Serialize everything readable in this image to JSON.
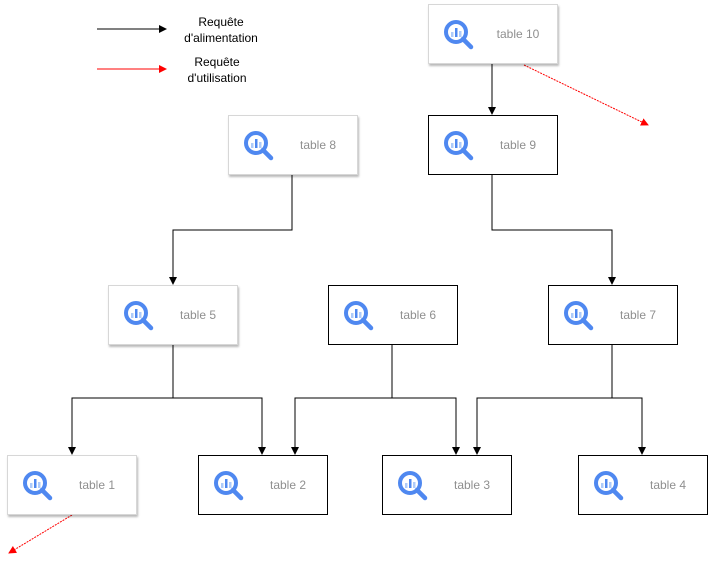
{
  "legend": {
    "feed_label": "Requête d'alimentation",
    "feed_line1": "Requête",
    "feed_line2": "d'alimentation",
    "usage_label": "Requête d'utilisation",
    "usage_line1": "Requête",
    "usage_line2": "d'utilisation",
    "feed_color": "#000000",
    "usage_color": "#ff0000"
  },
  "node_icon": "bigquery-icon",
  "icon_colors": {
    "ring": "#4f88f0",
    "bars": "#aecbfa",
    "handle": "#4f88f0"
  },
  "nodes": [
    {
      "id": "table-10",
      "label": "table 10",
      "style": "shadowed"
    },
    {
      "id": "table-9",
      "label": "table 9",
      "style": "framed"
    },
    {
      "id": "table-8",
      "label": "table 8",
      "style": "shadowed"
    },
    {
      "id": "table-5",
      "label": "table 5",
      "style": "shadowed"
    },
    {
      "id": "table-6",
      "label": "table 6",
      "style": "framed"
    },
    {
      "id": "table-7",
      "label": "table 7",
      "style": "framed"
    },
    {
      "id": "table-1",
      "label": "table 1",
      "style": "shadowed"
    },
    {
      "id": "table-2",
      "label": "table 2",
      "style": "framed"
    },
    {
      "id": "table-3",
      "label": "table 3",
      "style": "framed"
    },
    {
      "id": "table-4",
      "label": "table 4",
      "style": "framed"
    }
  ],
  "edges": [
    {
      "from": "table-10",
      "to": "table-9",
      "type": "feed"
    },
    {
      "from": "table-8",
      "to": "table-5",
      "type": "feed"
    },
    {
      "from": "table-9",
      "to": "table-7",
      "type": "feed"
    },
    {
      "from": "table-5",
      "to": "table-1",
      "type": "feed"
    },
    {
      "from": "table-5",
      "to": "table-2",
      "type": "feed"
    },
    {
      "from": "table-6",
      "to": "table-2",
      "type": "feed"
    },
    {
      "from": "table-6",
      "to": "table-3",
      "type": "feed"
    },
    {
      "from": "table-7",
      "to": "table-3",
      "type": "feed"
    },
    {
      "from": "table-7",
      "to": "table-4",
      "type": "feed"
    },
    {
      "from": "table-10",
      "to": null,
      "type": "usage"
    },
    {
      "from": "table-1",
      "to": null,
      "type": "usage"
    }
  ]
}
